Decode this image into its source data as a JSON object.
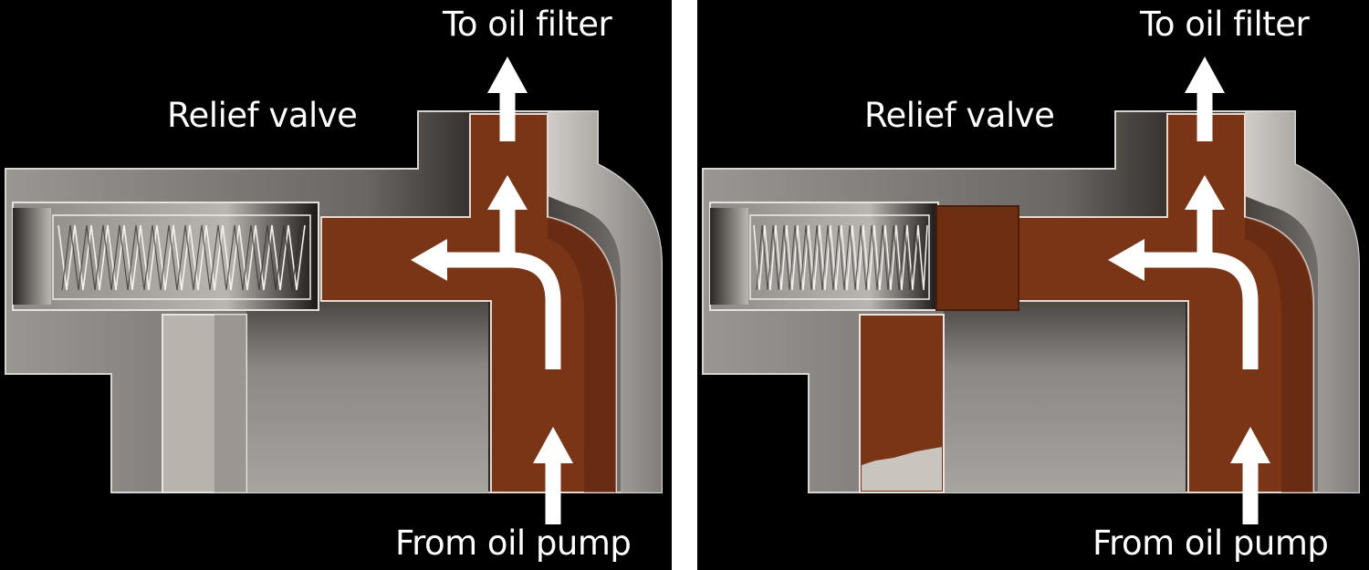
{
  "panels": [
    {
      "state": "closed",
      "labels": {
        "top": "To oil filter",
        "relief": "Relief valve",
        "bottom": "From oil pump"
      }
    },
    {
      "state": "open",
      "labels": {
        "top": "To oil filter",
        "relief": "Relief valve",
        "bottom": "From oil pump"
      }
    }
  ],
  "colors": {
    "oil": "#7a3416",
    "housing": "#8e8b88",
    "background": "#000000",
    "arrow": "#ffffff"
  }
}
